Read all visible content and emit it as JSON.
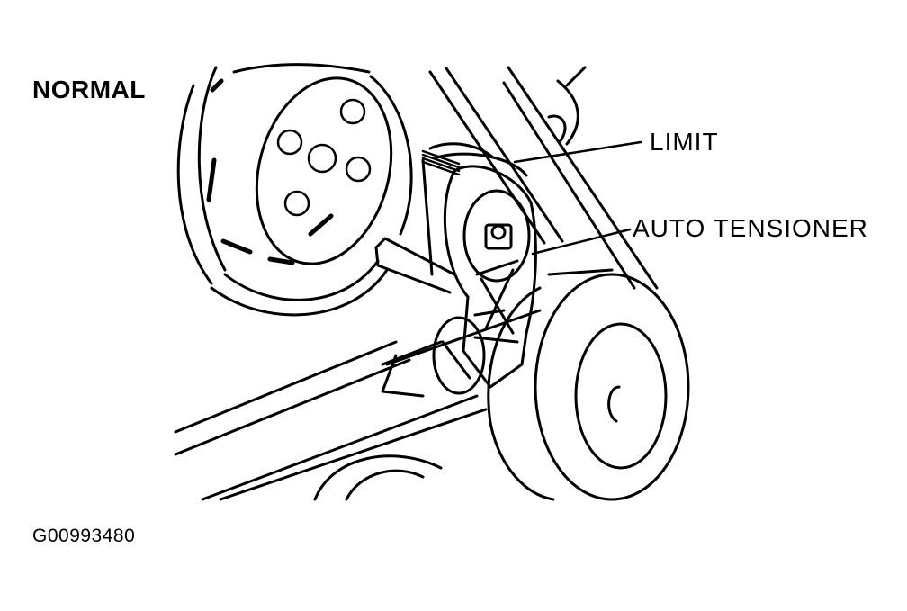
{
  "labels": {
    "normal": "NORMAL",
    "limit": "LIMIT",
    "auto_tensioner": "AUTO TENSIONER",
    "figure_id": "G00993480"
  },
  "colors": {
    "line": "#000000",
    "background": "#ffffff"
  }
}
